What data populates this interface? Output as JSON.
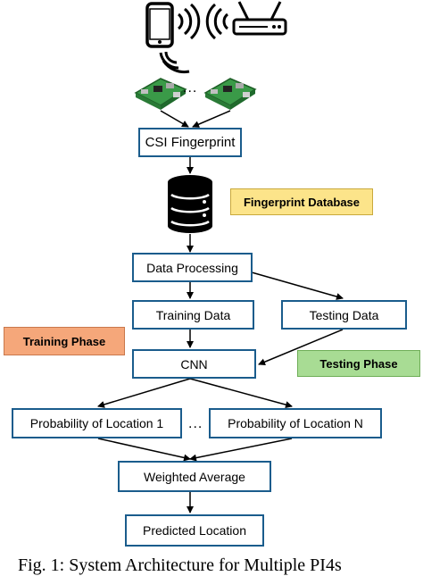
{
  "nodes": {
    "csi_fingerprint": "CSI Fingerprint",
    "data_processing": "Data Processing",
    "training_data": "Training Data",
    "testing_data": "Testing Data",
    "cnn": "CNN",
    "prob_loc_1": "Probability of Location 1",
    "prob_loc_n": "Probability of Location N",
    "weighted_average": "Weighted Average",
    "predicted_location": "Predicted Location"
  },
  "labels": {
    "fingerprint_database": "Fingerprint Database",
    "training_phase": "Training Phase",
    "testing_phase": "Testing Phase"
  },
  "ellipsis": "...",
  "caption": "Fig. 1: System Architecture for Multiple PI4s",
  "colors": {
    "box_border": "#1a5c8c",
    "fingerprint_database": "#fce48a",
    "training_phase": "#f5a77a",
    "testing_phase": "#a8dc94"
  }
}
